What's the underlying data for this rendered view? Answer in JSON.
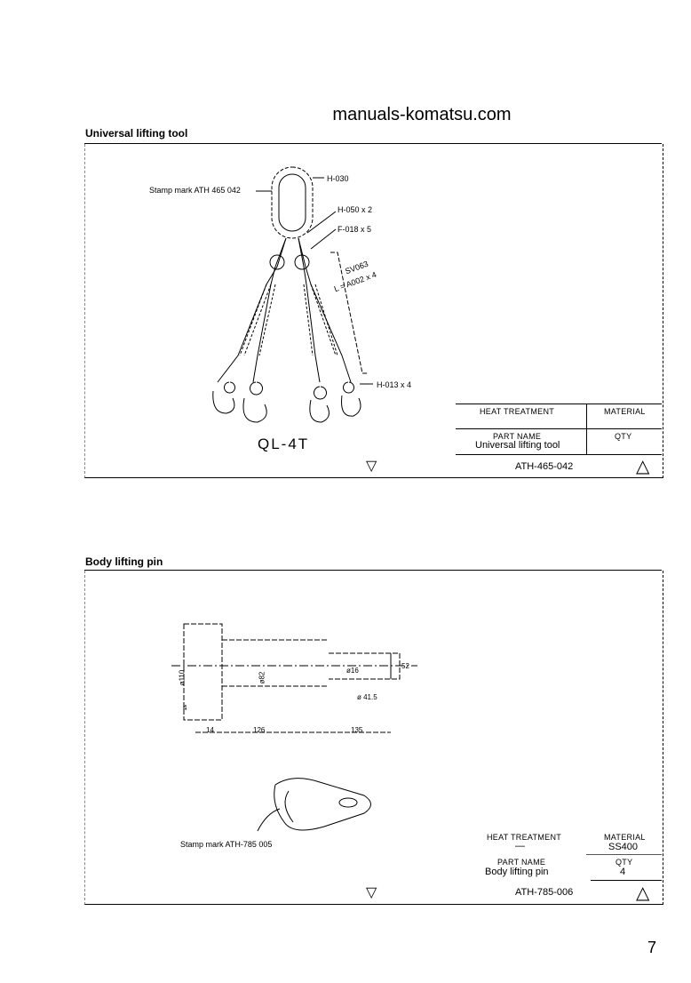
{
  "watermark": "manuals-komatsu.com",
  "page_number": "7",
  "sections": [
    {
      "title": "Universal lifting tool",
      "drawing": {
        "model_label": "QL-4T",
        "callouts": [
          "Stamp mark  ATH 465 042",
          "H-030",
          "H-050 x 2",
          "F-018 x 5",
          "SV063",
          "L = A002 x 4",
          "H-013 x 4"
        ]
      },
      "title_block": {
        "heat_treatment_label": "HEAT TREATMENT",
        "heat_treatment_value": "",
        "material_label": "MATERIAL",
        "material_value": "",
        "part_name_label": "PART NAME",
        "part_name_value": "Universal lifting tool",
        "qty_label": "QTY",
        "qty_value": "",
        "drawing_number": "ATH-465-042"
      }
    },
    {
      "title": "Body lifting pin",
      "drawing": {
        "dimensions": [
          "ø110",
          "ø82",
          "ø16",
          "ø 41.5",
          "52",
          "14",
          "126",
          "135",
          "4"
        ],
        "callouts": [
          "Stamp mark  ATH-785 005"
        ]
      },
      "title_block": {
        "heat_treatment_label": "HEAT TREATMENT",
        "heat_treatment_value": "—",
        "material_label": "MATERIAL",
        "material_value": "SS400",
        "part_name_label": "PART NAME",
        "part_name_value": "Body lifting pin",
        "qty_label": "QTY",
        "qty_value": "4",
        "drawing_number": "ATH-785-006"
      }
    }
  ]
}
